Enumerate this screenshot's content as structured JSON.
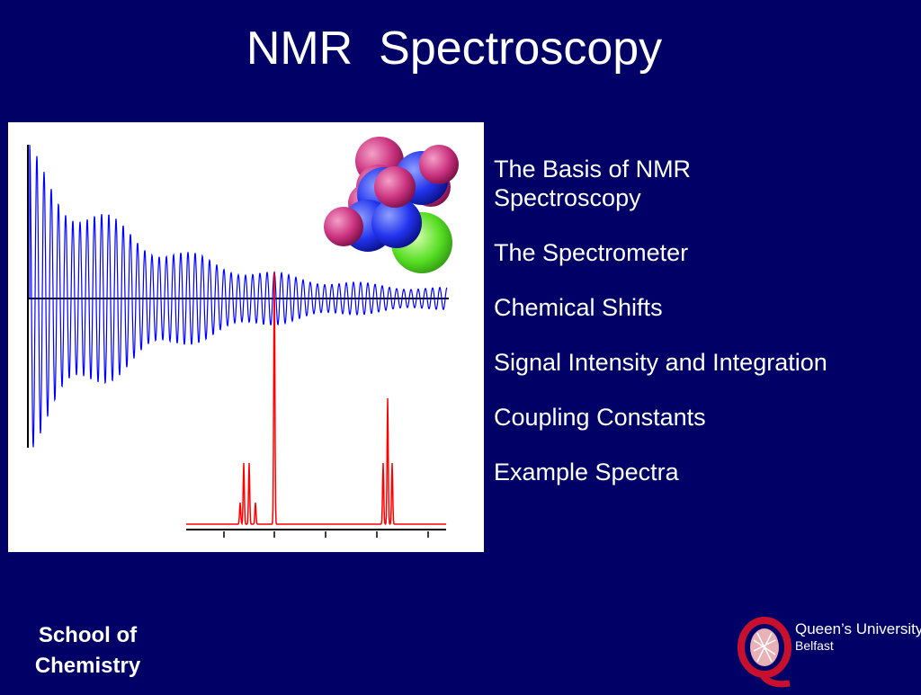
{
  "slide": {
    "title": "NMR  Spectroscopy",
    "topics": [
      "The Basis of NMR Spectroscopy",
      "The Spectrometer",
      "Chemical Shifts",
      "Signal Intensity and Integration",
      "Coupling Constants",
      "Example Spectra"
    ],
    "footer_text": "School of Chemistry"
  },
  "logo": {
    "line1": "Queen’s University",
    "line2": "Belfast"
  },
  "colors": {
    "background": "#000066",
    "fid_trace": "#0000ff",
    "spectrum_trace": "#ff0000",
    "molecule_atom_magenta": "#cc3380",
    "molecule_atom_blue": "#2233ee",
    "molecule_atom_green": "#55dd22",
    "logo_red": "#c8102e"
  }
}
